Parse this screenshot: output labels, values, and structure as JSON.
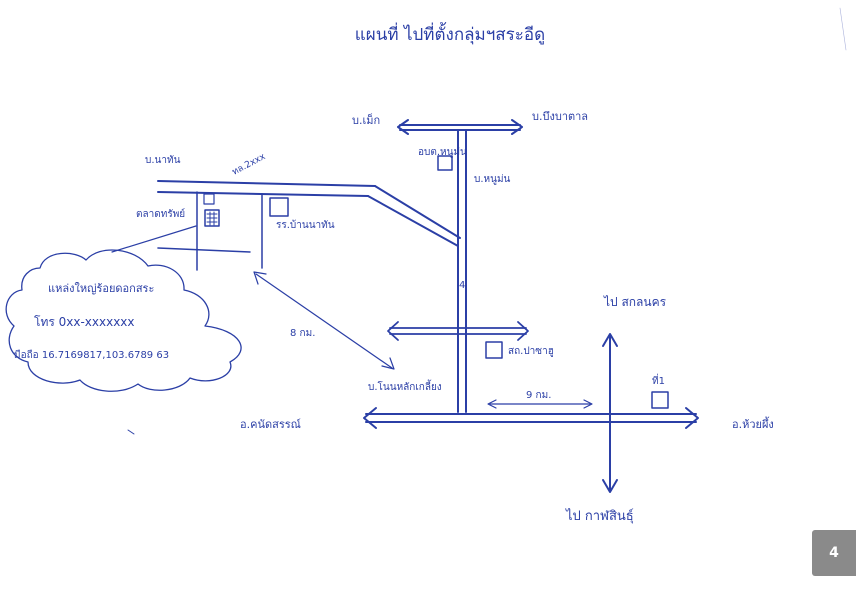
{
  "title": "แผนที่ ไปที่ตั้งกลุ่มฯสระอีดู",
  "labels": {
    "ban_mek": "บ.เม็ก",
    "ban_bueng_khatan": "บ.บึงบาตาล",
    "ban_na_than": "บ.นาทัน",
    "road_code": "ทล.2xxx",
    "sub_district_office": "อบต.หนูม่น",
    "ban_nong_mon": "บ.หนูม่น",
    "market": "ตลาดทรัพย์",
    "school": "รร.บ้านนาทัน",
    "route_4": "4",
    "distance_left": "8 กม.",
    "distance_right": "9 กม.",
    "health_station": "สถ.ปาซาฮู",
    "ban_non_lak": "บ.โนนหลักเกลี้ยง",
    "to_sakon": "ไป สกลนคร",
    "to_kalasin": "ไป กาฬสินธุ์",
    "district_left": "อ.คนัดสรรณ์",
    "district_right": "อ.ห้วยผึ้ง",
    "destination_marker": "ที่1"
  },
  "callout": {
    "line1": "แหล่งใหญ่ร้อยดอกสระ",
    "line2": "โทร 0xx-xxxxxxx",
    "line3": "มือถือ 16.7169817,103.6789 63"
  },
  "page_number": "4"
}
